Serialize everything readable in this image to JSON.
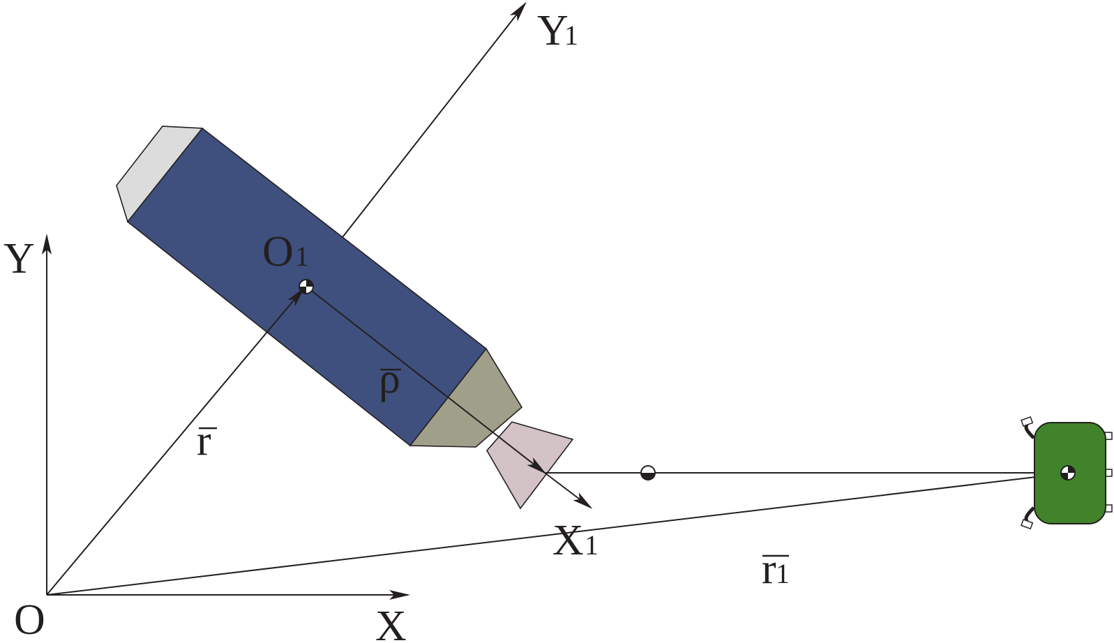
{
  "labels": {
    "origin": "O",
    "x_axis": "X",
    "y_axis": "Y",
    "body_origin": "O",
    "body_origin_sub": "1",
    "body_x_axis": "X",
    "body_x_axis_sub": "1",
    "body_y_axis": "Y",
    "body_y_axis_sub": "1",
    "vector_r": "r",
    "vector_rho": "ρ",
    "vector_r1": "r",
    "vector_r1_sub": "1"
  },
  "colors": {
    "rocket_body": "#3f507e",
    "nose_cap": "#dcdcdc",
    "nozzle_section": "#a09f8a",
    "exhaust_plume": "#d4c3c6",
    "target": "#40832b",
    "line": "#231f20"
  }
}
